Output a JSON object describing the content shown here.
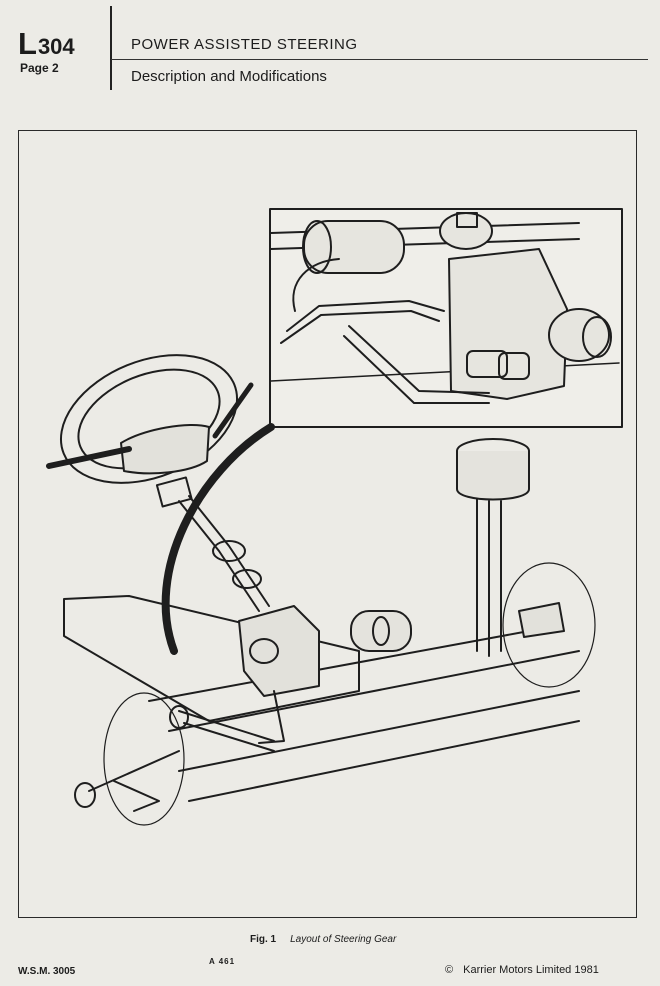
{
  "header": {
    "section_letter": "L",
    "section_number": "304",
    "page": "Page 2",
    "title": "POWER ASSISTED STEERING",
    "subtitle": "Description and Modifications"
  },
  "figure": {
    "reference_code": "A 461",
    "caption_label": "Fig. 1",
    "caption_text": "Layout of Steering Gear"
  },
  "footer": {
    "manual_code": "W.S.M. 3005",
    "copyright_symbol": "©",
    "copyright_text": "Karrier Motors Limited 1981"
  }
}
